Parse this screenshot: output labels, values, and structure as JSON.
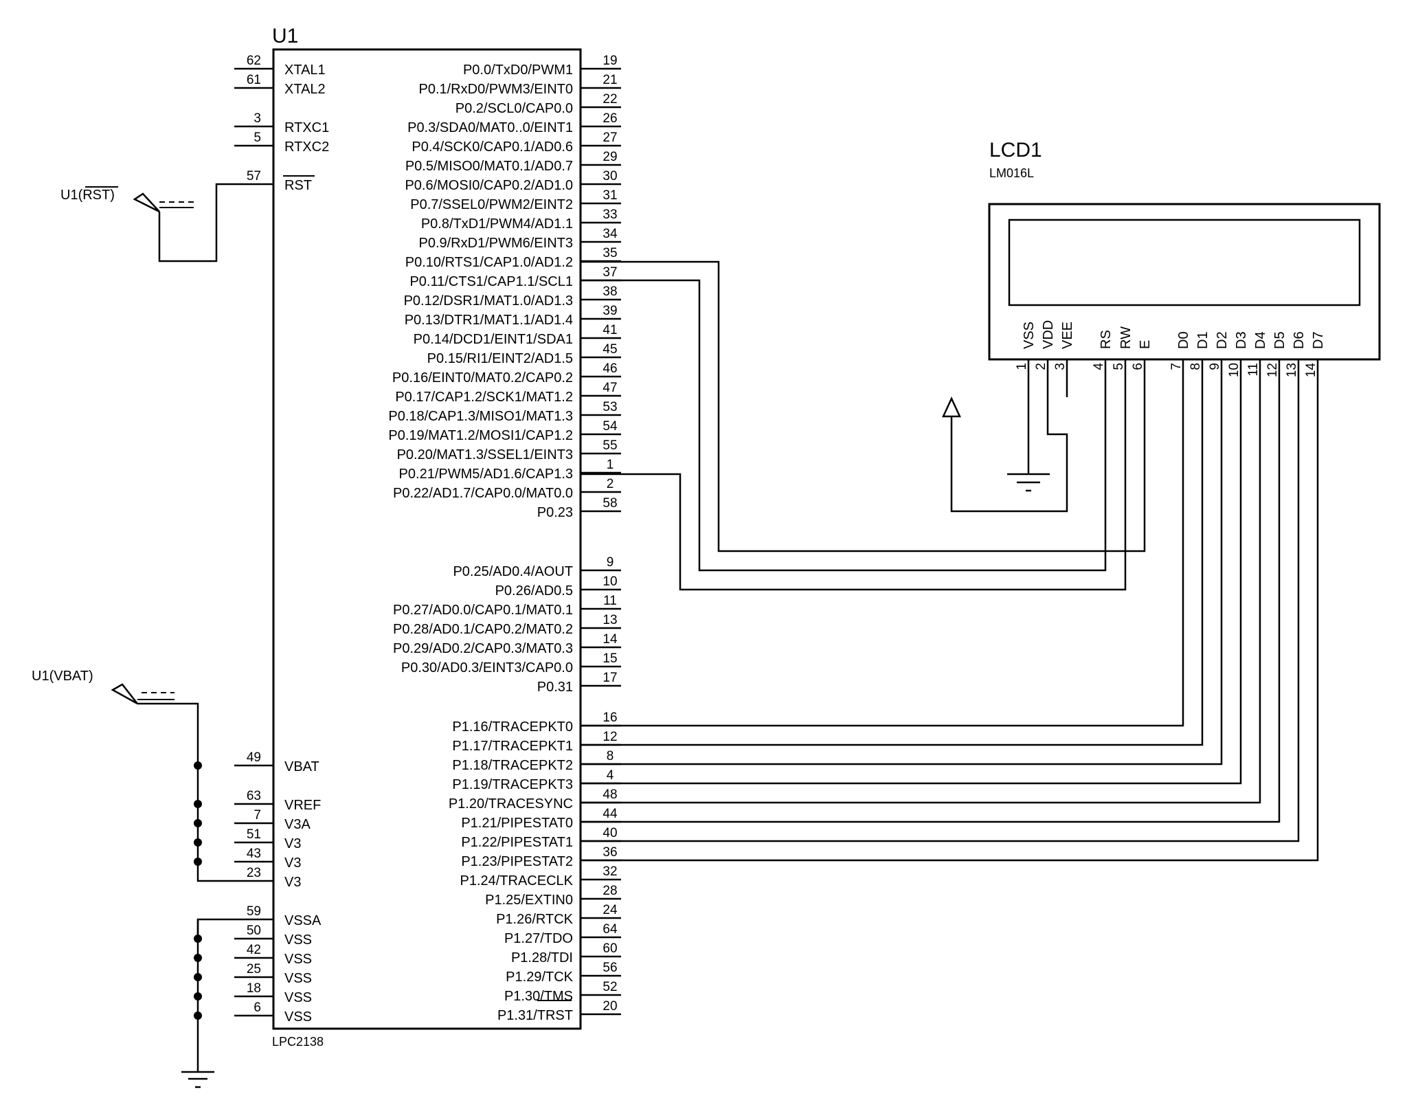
{
  "u1": {
    "ref": "U1",
    "part": "LPC2138",
    "left_pins": [
      {
        "num": "62",
        "name": "XTAL1"
      },
      {
        "num": "61",
        "name": "XTAL2"
      },
      {
        "num": "3",
        "name": "RTXC1"
      },
      {
        "num": "5",
        "name": "RTXC2"
      },
      {
        "num": "57",
        "name": "RST"
      },
      {
        "num": "49",
        "name": "VBAT"
      },
      {
        "num": "63",
        "name": "VREF"
      },
      {
        "num": "7",
        "name": "V3A"
      },
      {
        "num": "51",
        "name": "V3"
      },
      {
        "num": "43",
        "name": "V3"
      },
      {
        "num": "23",
        "name": "V3"
      },
      {
        "num": "59",
        "name": "VSSA"
      },
      {
        "num": "50",
        "name": "VSS"
      },
      {
        "num": "42",
        "name": "VSS"
      },
      {
        "num": "25",
        "name": "VSS"
      },
      {
        "num": "18",
        "name": "VSS"
      },
      {
        "num": "6",
        "name": "VSS"
      }
    ],
    "right_pins": [
      {
        "num": "19",
        "name": "P0.0/TxD0/PWM1"
      },
      {
        "num": "21",
        "name": "P0.1/RxD0/PWM3/EINT0"
      },
      {
        "num": "22",
        "name": "P0.2/SCL0/CAP0.0"
      },
      {
        "num": "26",
        "name": "P0.3/SDA0/MAT0..0/EINT1"
      },
      {
        "num": "27",
        "name": "P0.4/SCK0/CAP0.1/AD0.6"
      },
      {
        "num": "29",
        "name": "P0.5/MISO0/MAT0.1/AD0.7"
      },
      {
        "num": "30",
        "name": "P0.6/MOSI0/CAP0.2/AD1.0"
      },
      {
        "num": "31",
        "name": "P0.7/SSEL0/PWM2/EINT2"
      },
      {
        "num": "33",
        "name": "P0.8/TxD1/PWM4/AD1.1"
      },
      {
        "num": "34",
        "name": "P0.9/RxD1/PWM6/EINT3"
      },
      {
        "num": "35",
        "name": "P0.10/RTS1/CAP1.0/AD1.2"
      },
      {
        "num": "37",
        "name": "P0.11/CTS1/CAP1.1/SCL1"
      },
      {
        "num": "38",
        "name": "P0.12/DSR1/MAT1.0/AD1.3"
      },
      {
        "num": "39",
        "name": "P0.13/DTR1/MAT1.1/AD1.4"
      },
      {
        "num": "41",
        "name": "P0.14/DCD1/EINT1/SDA1"
      },
      {
        "num": "45",
        "name": "P0.15/RI1/EINT2/AD1.5"
      },
      {
        "num": "46",
        "name": "P0.16/EINT0/MAT0.2/CAP0.2"
      },
      {
        "num": "47",
        "name": "P0.17/CAP1.2/SCK1/MAT1.2"
      },
      {
        "num": "53",
        "name": "P0.18/CAP1.3/MISO1/MAT1.3"
      },
      {
        "num": "54",
        "name": "P0.19/MAT1.2/MOSI1/CAP1.2"
      },
      {
        "num": "55",
        "name": "P0.20/MAT1.3/SSEL1/EINT3"
      },
      {
        "num": "1",
        "name": "P0.21/PWM5/AD1.6/CAP1.3"
      },
      {
        "num": "2",
        "name": "P0.22/AD1.7/CAP0.0/MAT0.0"
      },
      {
        "num": "58",
        "name": "P0.23"
      },
      {
        "num": "9",
        "name": "P0.25/AD0.4/AOUT"
      },
      {
        "num": "10",
        "name": "P0.26/AD0.5"
      },
      {
        "num": "11",
        "name": "P0.27/AD0.0/CAP0.1/MAT0.1"
      },
      {
        "num": "13",
        "name": "P0.28/AD0.1/CAP0.2/MAT0.2"
      },
      {
        "num": "14",
        "name": "P0.29/AD0.2/CAP0.3/MAT0.3"
      },
      {
        "num": "15",
        "name": "P0.30/AD0.3/EINT3/CAP0.0"
      },
      {
        "num": "17",
        "name": "P0.31"
      },
      {
        "num": "16",
        "name": "P1.16/TRACEPKT0"
      },
      {
        "num": "12",
        "name": "P1.17/TRACEPKT1"
      },
      {
        "num": "8",
        "name": "P1.18/TRACEPKT2"
      },
      {
        "num": "4",
        "name": "P1.19/TRACEPKT3"
      },
      {
        "num": "48",
        "name": "P1.20/TRACESYNC"
      },
      {
        "num": "44",
        "name": "P1.21/PIPESTAT0"
      },
      {
        "num": "40",
        "name": "P1.22/PIPESTAT1"
      },
      {
        "num": "36",
        "name": "P1.23/PIPESTAT2"
      },
      {
        "num": "32",
        "name": "P1.24/TRACECLK"
      },
      {
        "num": "28",
        "name": "P1.25/EXTIN0"
      },
      {
        "num": "24",
        "name": "P1.26/RTCK"
      },
      {
        "num": "64",
        "name": "P1.27/TDO"
      },
      {
        "num": "60",
        "name": "P1.28/TDI"
      },
      {
        "num": "56",
        "name": "P1.29/TCK"
      },
      {
        "num": "52",
        "name": "P1.30/TMS"
      },
      {
        "num": "20",
        "name": "P1.31/TRST"
      }
    ]
  },
  "lcd": {
    "ref": "LCD1",
    "part": "LM016L",
    "pins": [
      {
        "num": "1",
        "name": "VSS"
      },
      {
        "num": "2",
        "name": "VDD"
      },
      {
        "num": "3",
        "name": "VEE"
      },
      {
        "num": "4",
        "name": "RS"
      },
      {
        "num": "5",
        "name": "RW"
      },
      {
        "num": "6",
        "name": "E"
      },
      {
        "num": "7",
        "name": "D0"
      },
      {
        "num": "8",
        "name": "D1"
      },
      {
        "num": "9",
        "name": "D2"
      },
      {
        "num": "10",
        "name": "D3"
      },
      {
        "num": "11",
        "name": "D4"
      },
      {
        "num": "12",
        "name": "D5"
      },
      {
        "num": "13",
        "name": "D6"
      },
      {
        "num": "14",
        "name": "D7"
      }
    ]
  },
  "terminals": {
    "rst": "U1(RST)",
    "vbat": "U1(VBAT)"
  }
}
